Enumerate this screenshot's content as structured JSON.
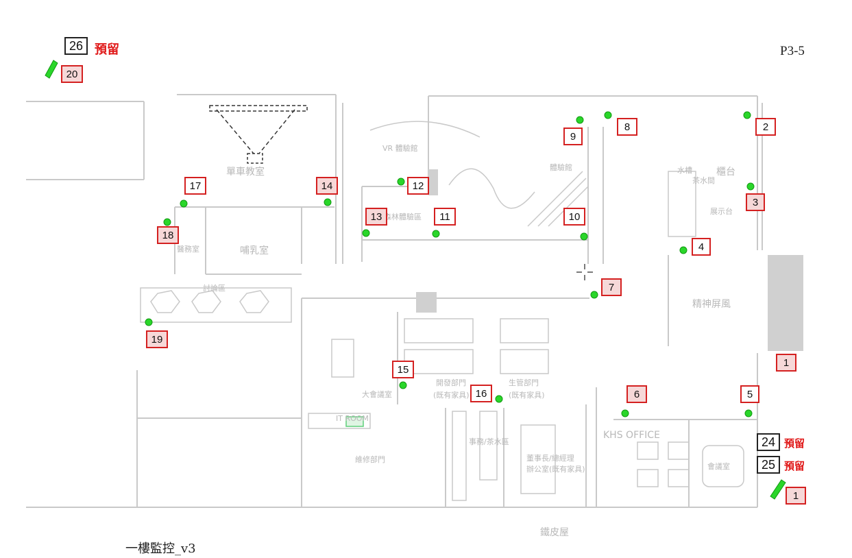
{
  "page_code": "P3-5",
  "caption": "一樓監控_v3",
  "colors": {
    "label_border": "#d42020",
    "label_shaded": "#f6d8d8",
    "camera": "#2ad62a",
    "reserved_text": "#e01818",
    "wall": "#c9c9c9"
  },
  "camera_labels": [
    {
      "num": "1",
      "shaded": true
    },
    {
      "num": "2",
      "shaded": false
    },
    {
      "num": "3",
      "shaded": true
    },
    {
      "num": "4",
      "shaded": false
    },
    {
      "num": "5",
      "shaded": false
    },
    {
      "num": "6",
      "shaded": true
    },
    {
      "num": "7",
      "shaded": true
    },
    {
      "num": "8",
      "shaded": false
    },
    {
      "num": "9",
      "shaded": false
    },
    {
      "num": "10",
      "shaded": false
    },
    {
      "num": "11",
      "shaded": false
    },
    {
      "num": "12",
      "shaded": false
    },
    {
      "num": "13",
      "shaded": true
    },
    {
      "num": "14",
      "shaded": true
    },
    {
      "num": "15",
      "shaded": false
    },
    {
      "num": "16",
      "shaded": false
    },
    {
      "num": "17",
      "shaded": false
    },
    {
      "num": "18",
      "shaded": true
    },
    {
      "num": "19",
      "shaded": true
    },
    {
      "num": "20",
      "shaded": true
    },
    {
      "num": "1",
      "shaded": true
    }
  ],
  "reserved": [
    {
      "num": "26",
      "text": "預留"
    },
    {
      "num": "24",
      "text": "預留"
    },
    {
      "num": "25",
      "text": "預留"
    }
  ],
  "rooms": [
    "VR 體驗館",
    "體驗館",
    "森林體驗區",
    "單車教室",
    "哺乳室",
    "醫務室",
    "討論區",
    "大會議室",
    "開發部門",
    "(既有家具)",
    "生管部門",
    "(既有家具)",
    "事務/茶水區",
    "董事長/總經理",
    "辦公室(既有家具)",
    "維修部門",
    "KHS OFFICE",
    "會議室",
    "精神屏風",
    "櫃台",
    "鐵皮屋",
    "水槽",
    "茶水間",
    "IT ROOM",
    "展示台"
  ]
}
